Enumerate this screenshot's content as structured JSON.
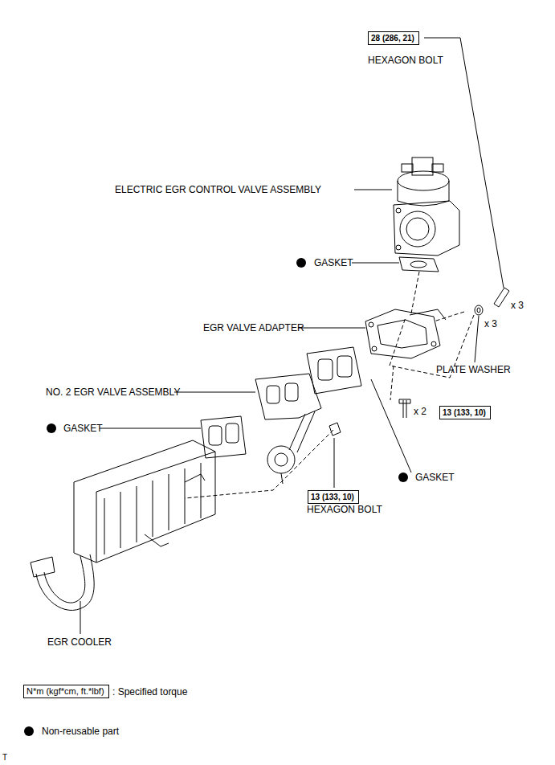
{
  "diagram": {
    "nodes": [
      {
        "text": [
          "28 (286, 21)"
        ]
      },
      {
        "text": [
          "13 (133, 10)"
        ]
      },
      {
        "text": [
          "13 (133, 10)"
        ]
      },
      {
        "text": [
          "N*m (kgf*cm, ft.*lbf)"
        ]
      }
    ],
    "labels": [
      "HEXAGON BOLT",
      "ELECTRIC EGR CONTROL VALVE ASSEMBLY",
      "GASKET",
      "x 3",
      "x 3",
      "EGR VALVE ADAPTER",
      "PLATE WASHER",
      "NO. 2 EGR VALVE ASSEMBLY",
      "x 2",
      "GASKET",
      "GASKET",
      "HEXAGON BOLT",
      "EGR COOLER",
      "T"
    ],
    "legend": [
      {
        "text": ": Specified torque"
      },
      {
        "text": "Non-reusable part"
      }
    ]
  }
}
